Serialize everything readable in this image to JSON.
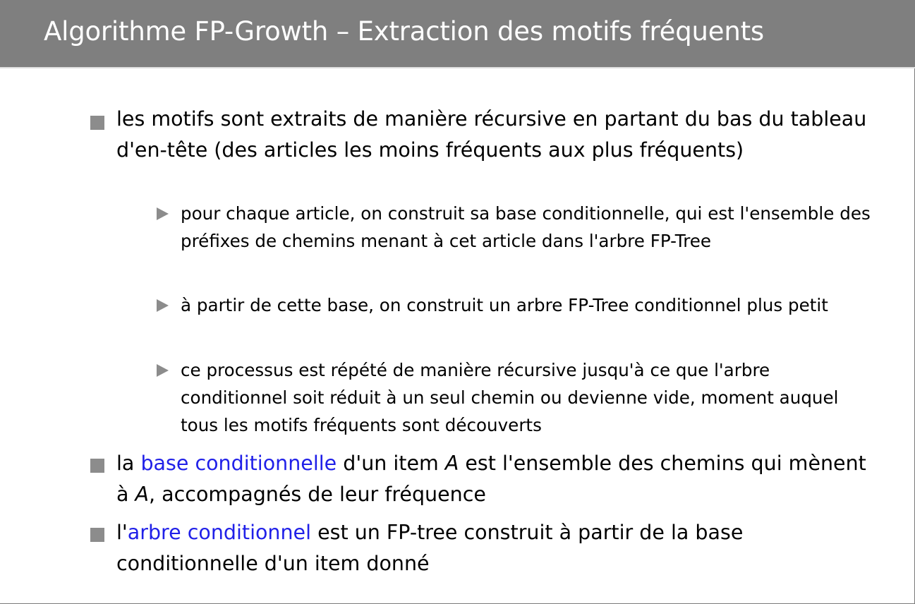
{
  "slide": {
    "title": "Algorithme FP-Growth – Extraction des motifs fréquents"
  },
  "bullets": {
    "b1": "les motifs sont extraits de manière récursive en partant du bas du tableau d'en-tête (des articles les moins fréquents aux plus fréquents)",
    "sub": [
      "pour chaque article, on construit sa base conditionnelle, qui est l'ensemble des préfixes de chemins menant à cet article dans l'arbre FP-Tree",
      "à partir de cette base, on construit un arbre FP-Tree conditionnel plus petit",
      "ce processus est répété de manière récursive jusqu'à ce que l'arbre conditionnel soit réduit à un seul chemin ou devienne vide, moment auquel tous les motifs fréquents sont découverts"
    ],
    "b2": {
      "pre": "la ",
      "term": "base conditionnelle",
      "mid1": " d'un item ",
      "var1": "A",
      "mid2": " est l'ensemble des chemins qui mènent à ",
      "var2": "A",
      "post": ", accompagnés de leur fréquence"
    },
    "b3": {
      "pre": "l'",
      "term": "arbre conditionnel",
      "post": " est un FP-tree construit à partir de la base conditionnelle d'un item donné"
    }
  },
  "colors": {
    "header_bg": "#7f7f7f",
    "bullet": "#8c8c8c",
    "highlight": "#2020e8"
  }
}
